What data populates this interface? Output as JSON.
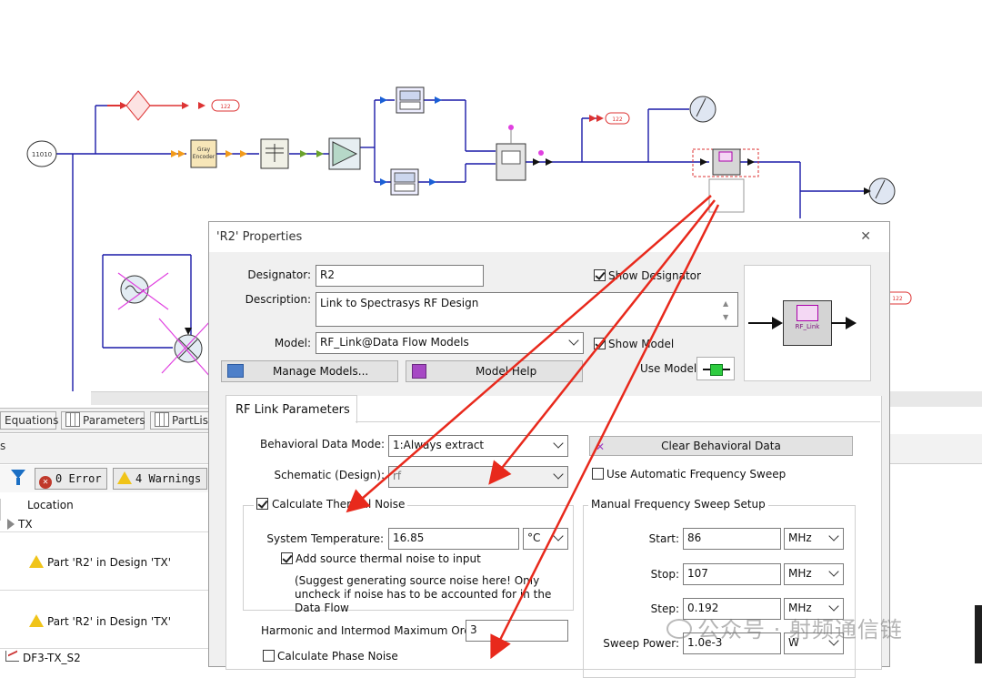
{
  "schematic": {
    "source_label": "11010",
    "gray_encoder_label": "Gray\nEncoder",
    "port_tag": "122",
    "port_tag_right": "122",
    "rf_link_block_label": "RF_Link"
  },
  "bottom_panel": {
    "tabs": [
      "Equations",
      "Parameters",
      "PartLis"
    ],
    "status_label": "s",
    "error_button": "0 Error",
    "warnings_button": "4 Warnings",
    "column_location": "Location",
    "tree_root": "TX",
    "messages": [
      "Part 'R2' in Design 'TX'",
      "Part 'R2' in Design 'TX'"
    ],
    "bottom_item": "DF3-TX_S2"
  },
  "dialog": {
    "title": "'R2' Properties",
    "close_glyph": "✕",
    "designator_label": "Designator:",
    "designator_value": "R2",
    "show_designator": "Show Designator",
    "description_label": "Description:",
    "description_value": "Link to Spectrasys RF Design",
    "model_label": "Model:",
    "model_value": "RF_Link@Data Flow Models",
    "show_model": "Show Model",
    "use_model": "Use Model",
    "manage_models": "Manage Models...",
    "model_help": "Model Help",
    "preview_block_label": "RF_Link",
    "tab_rf_link": "RF Link Parameters",
    "behavioral_mode_label": "Behavioral Data Mode:",
    "behavioral_mode_value": "1:Always extract",
    "clear_behavioral": "Clear Behavioral Data",
    "schematic_label": "Schematic (Design):",
    "schematic_value": "rf",
    "use_auto_freq": "Use Automatic Frequency Sweep",
    "calc_thermal": "Calculate Thermal Noise",
    "manual_sweep_group": "Manual Frequency Sweep Setup",
    "sys_temp_label": "System Temperature:",
    "sys_temp_value": "16.85",
    "sys_temp_unit": "°C",
    "add_source_noise": "Add source thermal noise to input",
    "suggest_note": "(Suggest generating source noise here! Only uncheck if noise has to be accounted for in the Data Flow",
    "harmonic_label": "Harmonic and Intermod Maximum Order:",
    "harmonic_value": "3",
    "calc_phase": "Calculate Phase Noise",
    "start_label": "Start:",
    "start_value": "86",
    "start_unit": "MHz",
    "stop_label": "Stop:",
    "stop_value": "107",
    "stop_unit": "MHz",
    "step_label": "Step:",
    "step_value": "0.192",
    "step_unit": "MHz",
    "sweep_power_label": "Sweep Power:",
    "sweep_power_value": "1.0e-3",
    "sweep_power_unit": "W"
  },
  "watermark": "公众号 · 射频通信链",
  "colors": {
    "wire": "#1a1aa8",
    "arrow_red": "#e8291c",
    "accent_purple": "#b000b0"
  }
}
